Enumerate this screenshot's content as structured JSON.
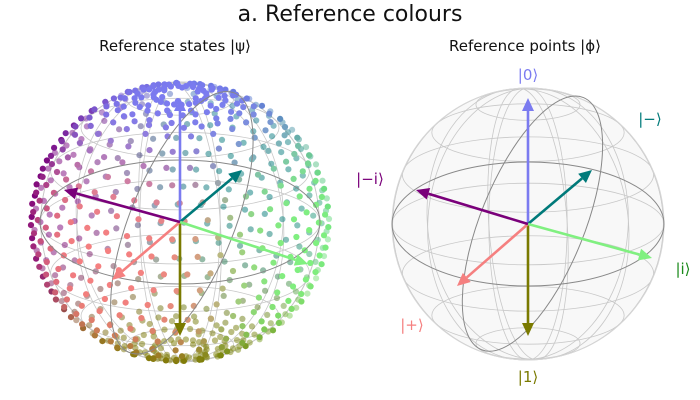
{
  "figure": {
    "title": "a. Reference colours"
  },
  "left_panel": {
    "title": "Reference states |ψ⟩"
  },
  "right_panel": {
    "title": "Reference points |ϕ⟩",
    "labels": {
      "zero": "|0⟩",
      "one": "|1⟩",
      "plus": "|+⟩",
      "minus": "|−⟩",
      "plus_i": "|i⟩",
      "minus_i": "|−i⟩"
    }
  },
  "colors": {
    "zero": "#7b7bf0",
    "one": "#7a7a00",
    "plus": "#f58080",
    "minus": "#007a7a",
    "plus_i": "#80f080",
    "minus_i": "#7a007a",
    "wire": "#888888",
    "grid": "#c8c8c8"
  }
}
